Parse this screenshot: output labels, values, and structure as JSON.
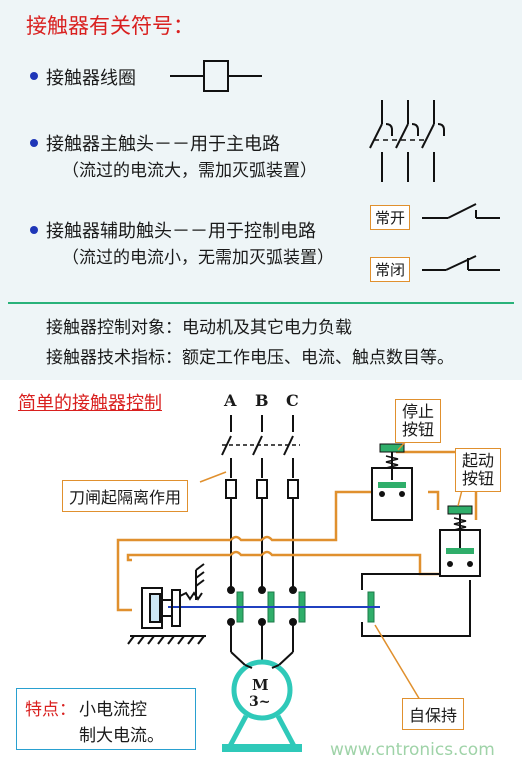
{
  "symbols": {
    "title": "接触器有关符号：",
    "coil_label": "接触器线圈",
    "main_contact_label": "接触器主触头－－用于主电路",
    "main_contact_note": "（流过的电流大，需加灭弧装置）",
    "aux_contact_label": "接触器辅助触头－－用于控制电路",
    "aux_contact_note": "（流过的电流小，无需加灭弧装置）",
    "no_label": "常开",
    "nc_label": "常闭"
  },
  "summary": {
    "control_object": "接触器控制对象：电动机及其它电力负载",
    "tech_index": "接触器技术指标：额定工作电压、电流、触点数目等。"
  },
  "circuit": {
    "title": "简单的接触器控制",
    "phases": [
      "A",
      "B",
      "C"
    ],
    "stop_button": [
      "停止",
      "按钮"
    ],
    "start_button": [
      "起动",
      "按钮"
    ],
    "knife_switch": "刀闸起隔离作用",
    "motor": [
      "M",
      "3~"
    ],
    "self_hold": "自保持",
    "feature_label": "特点：",
    "feature_text": [
      "小电流控",
      "制大电流。"
    ]
  },
  "watermark": "www.cntronics.com",
  "colors": {
    "accent_red": "#d9201f",
    "callout_orange": "#e0902e",
    "divider_green": "#29b27a",
    "bullet_blue": "#1e36b8",
    "motor_teal": "#2fc9b9",
    "link_blue": "#2040c0"
  }
}
